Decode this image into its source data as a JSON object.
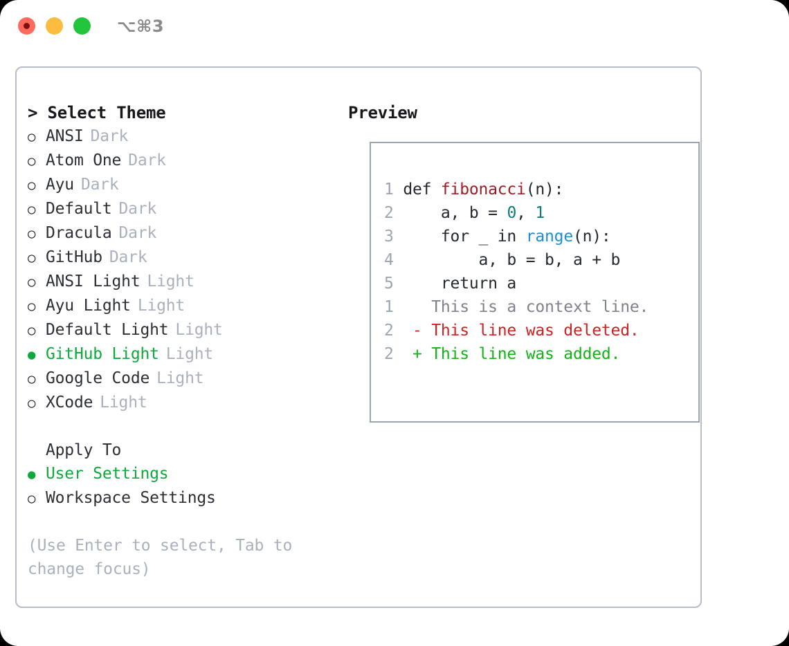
{
  "window": {
    "traffic_lights": [
      "close-red",
      "minimize-yellow",
      "maximize-green"
    ],
    "shortcut": "⌥⌘3",
    "accent_green": "#0fa83c",
    "border_color": "#b6bcc8"
  },
  "theme_picker": {
    "heading_caret": ">",
    "heading": "Select Theme",
    "unselected_glyph": "○",
    "selected_glyph": "●",
    "items": [
      {
        "label": "ANSI",
        "tag": "Dark",
        "selected": false
      },
      {
        "label": "Atom One",
        "tag": "Dark",
        "selected": false
      },
      {
        "label": "Ayu",
        "tag": "Dark",
        "selected": false
      },
      {
        "label": "Default",
        "tag": "Dark",
        "selected": false
      },
      {
        "label": "Dracula",
        "tag": "Dark",
        "selected": false
      },
      {
        "label": "GitHub",
        "tag": "Dark",
        "selected": false
      },
      {
        "label": "ANSI Light",
        "tag": "Light",
        "selected": false
      },
      {
        "label": "Ayu Light",
        "tag": "Light",
        "selected": false
      },
      {
        "label": "Default Light",
        "tag": "Light",
        "selected": false
      },
      {
        "label": "GitHub Light",
        "tag": "Light",
        "selected": true
      },
      {
        "label": "Google Code",
        "tag": "Light",
        "selected": false
      },
      {
        "label": "XCode",
        "tag": "Light",
        "selected": false
      }
    ]
  },
  "apply_to": {
    "title": "Apply To",
    "options": [
      {
        "label": "User Settings",
        "selected": true
      },
      {
        "label": "Workspace Settings",
        "selected": false
      }
    ]
  },
  "help_text": "(Use Enter to select, Tab to change focus)",
  "preview": {
    "heading": "Preview",
    "code_lines": [
      {
        "num": "1",
        "segments": [
          {
            "text": "def ",
            "kind": "plain"
          },
          {
            "text": "fibonacci",
            "kind": "fn"
          },
          {
            "text": "(n):",
            "kind": "plain"
          }
        ]
      },
      {
        "num": "2",
        "segments": [
          {
            "text": "    a, b = ",
            "kind": "plain"
          },
          {
            "text": "0",
            "kind": "num"
          },
          {
            "text": ", ",
            "kind": "plain"
          },
          {
            "text": "1",
            "kind": "num"
          }
        ]
      },
      {
        "num": "3",
        "segments": [
          {
            "text": "    for _ in ",
            "kind": "plain"
          },
          {
            "text": "range",
            "kind": "kw"
          },
          {
            "text": "(n):",
            "kind": "plain"
          }
        ]
      },
      {
        "num": "4",
        "segments": [
          {
            "text": "        a, b = b, a + b",
            "kind": "plain"
          }
        ]
      },
      {
        "num": "5",
        "segments": [
          {
            "text": "    return a",
            "kind": "plain"
          }
        ]
      }
    ],
    "diff_lines": [
      {
        "num": "1",
        "marker": " ",
        "text": "This is a context line.",
        "kind": "context"
      },
      {
        "num": "2",
        "marker": "-",
        "text": "This line was deleted.",
        "kind": "deleted"
      },
      {
        "num": "2",
        "marker": "+",
        "text": "This line was added.",
        "kind": "added"
      }
    ],
    "colors": {
      "function": "#9d1d26",
      "number": "#0e7c7b",
      "keyword": "#1f8fd0",
      "plain": "#24292f",
      "line_number": "#9aa5b4",
      "diff_context": "#7d828c",
      "diff_deleted": "#cc2222",
      "diff_added": "#14b314"
    }
  }
}
